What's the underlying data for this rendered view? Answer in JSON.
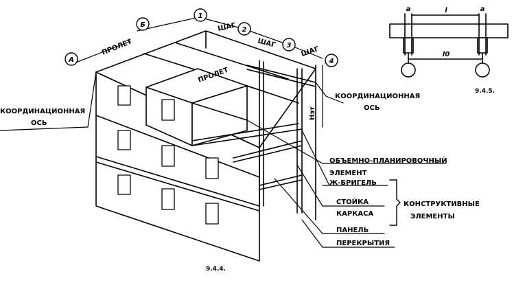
{
  "figure_main": {
    "caption": "9.4.4.",
    "axes_letters": {
      "a": "А",
      "b": "Б"
    },
    "axes_numbers": {
      "n1": "1",
      "n2": "2",
      "n3": "3",
      "n4": "4"
    },
    "dims": {
      "span1": "ПРОЛЕТ",
      "span2": "ПРОЛЕТ",
      "step1": "ШАГ",
      "step2": "ШАГ",
      "step3": "ШАГ",
      "height": "Hэт"
    },
    "labels": {
      "coord_left_1": "КООРДИНАЦИОННАЯ",
      "coord_left_2": "ОСЬ",
      "coord_right_1": "КООРДИНАЦИОННАЯ",
      "coord_right_2": "ОСЬ",
      "volume_1": "ОБЪЕМНО-ПЛАНИРОВОЧНЫЙ",
      "volume_2": "ЭЛЕМЕНТ",
      "beam": "Ж-БРИГЕЛЬ",
      "column_1": "СТОЙКА",
      "column_2": "КАРКАСА",
      "panel_1": "ПАНЕЛЬ",
      "panel_2": "ПЕРЕКРЫТИЯ",
      "structural_1": "КОНСТРУКТИВНЫЕ",
      "structural_2": "ЭЛЕМЕНТЫ"
    }
  },
  "figure_small": {
    "caption": "9.4.5.",
    "a_left": "a",
    "a_right": "a",
    "l": "l",
    "l0": "l0"
  }
}
